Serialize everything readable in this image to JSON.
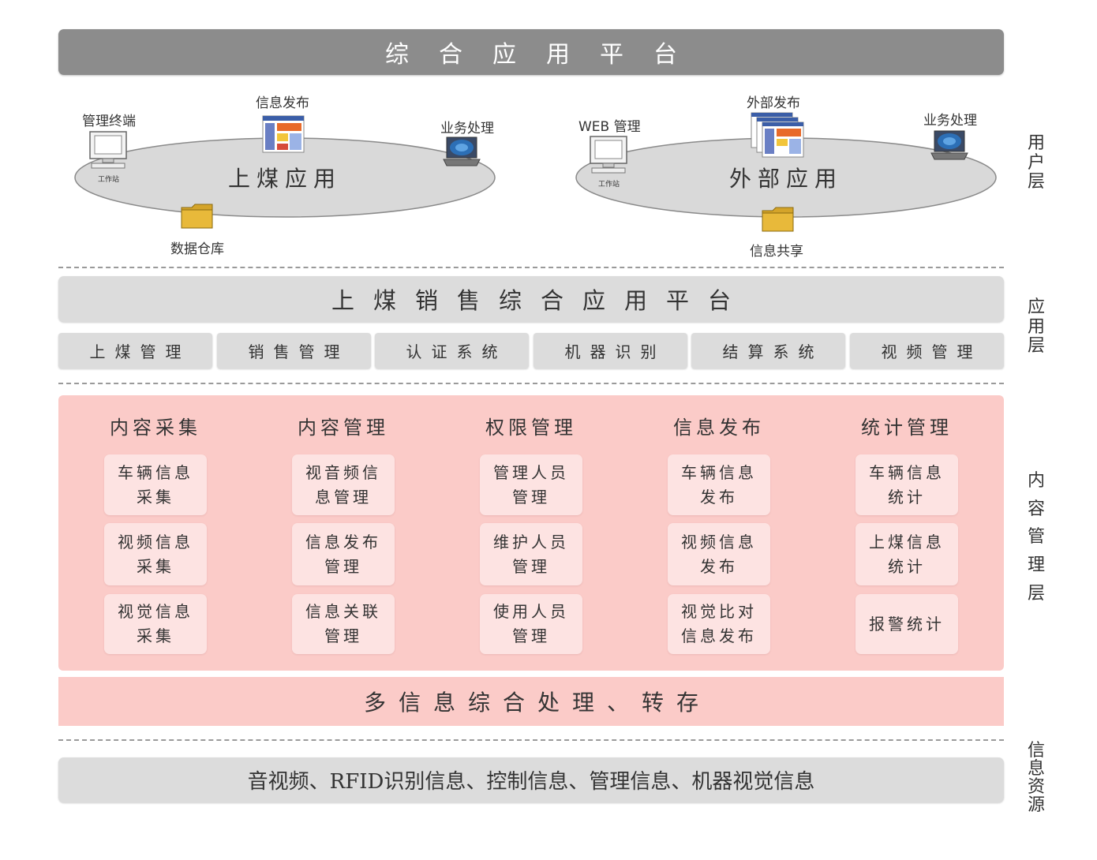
{
  "platform_title": "综合应用平台",
  "user_layer": {
    "left_group": {
      "center": "上煤应用",
      "terminal": "管理终端",
      "workstation_caption": "工作站",
      "publish": "信息发布",
      "business": "业务处理",
      "warehouse": "数据仓库"
    },
    "right_group": {
      "center": "外部应用",
      "web": "WEB 管理",
      "workstation_caption": "工作站",
      "publish": "外部发布",
      "business": "业务处理",
      "share": "信息共享"
    }
  },
  "app_layer": {
    "platform": "上煤销售综合应用平台",
    "modules": [
      "上煤管理",
      "销售管理",
      "认证系统",
      "机器识别",
      "结算系统",
      "视频管理"
    ]
  },
  "content_layer": {
    "columns": [
      {
        "title": "内容采集",
        "items": [
          [
            "车辆信息",
            "采集"
          ],
          [
            "视频信息",
            "采集"
          ],
          [
            "视觉信息",
            "采集"
          ]
        ]
      },
      {
        "title": "内容管理",
        "items": [
          [
            "视音频信",
            "息管理"
          ],
          [
            "信息发布",
            "管理"
          ],
          [
            "信息关联",
            "管理"
          ]
        ]
      },
      {
        "title": "权限管理",
        "items": [
          [
            "管理人员",
            "管理"
          ],
          [
            "维护人员",
            "管理"
          ],
          [
            "使用人员",
            "管理"
          ]
        ]
      },
      {
        "title": "信息发布",
        "items": [
          [
            "车辆信息",
            "发布"
          ],
          [
            "视频信息",
            "发布"
          ],
          [
            "视觉比对",
            "信息发布"
          ]
        ]
      },
      {
        "title": "统计管理",
        "items": [
          [
            "车辆信息",
            "统计"
          ],
          [
            "上煤信息",
            "统计"
          ],
          [
            "报警统计"
          ]
        ]
      }
    ],
    "processing": "多信息综合处理、转存"
  },
  "info_sources": "音视频、RFID识别信息、控制信息、管理信息、机器视觉信息",
  "layer_labels": {
    "user": [
      "用",
      "户",
      "层"
    ],
    "app": [
      "应",
      "用",
      "层"
    ],
    "content": [
      "内",
      "容",
      "管",
      "理",
      "层"
    ],
    "info": [
      "信",
      "息",
      "资",
      "源"
    ]
  },
  "colors": {
    "top_bar": "#8c8c8c",
    "gray_box": "#dcdcdc",
    "pink_panel": "#fbcbc8",
    "pink_box": "#fde3e2",
    "ellipse": "#d9d9d9"
  }
}
